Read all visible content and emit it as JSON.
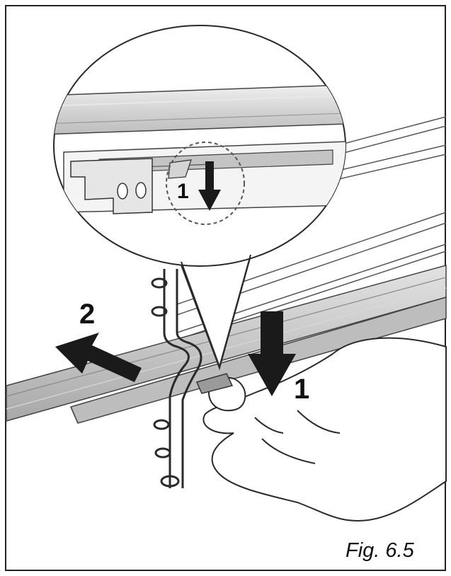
{
  "figure": {
    "caption": "Fig. 6.5",
    "steps": {
      "zoom_press": "1",
      "press": "1",
      "pull": "2"
    },
    "colors": {
      "frame": "#222222",
      "rail": "#cfcfcf",
      "rail_shadow": "#a9a9a9",
      "arrow": "#1a1a1a",
      "line": "#2a2a2a"
    },
    "icons": {
      "press": "arrow-down-icon",
      "pull": "arrow-left-up-icon"
    }
  }
}
